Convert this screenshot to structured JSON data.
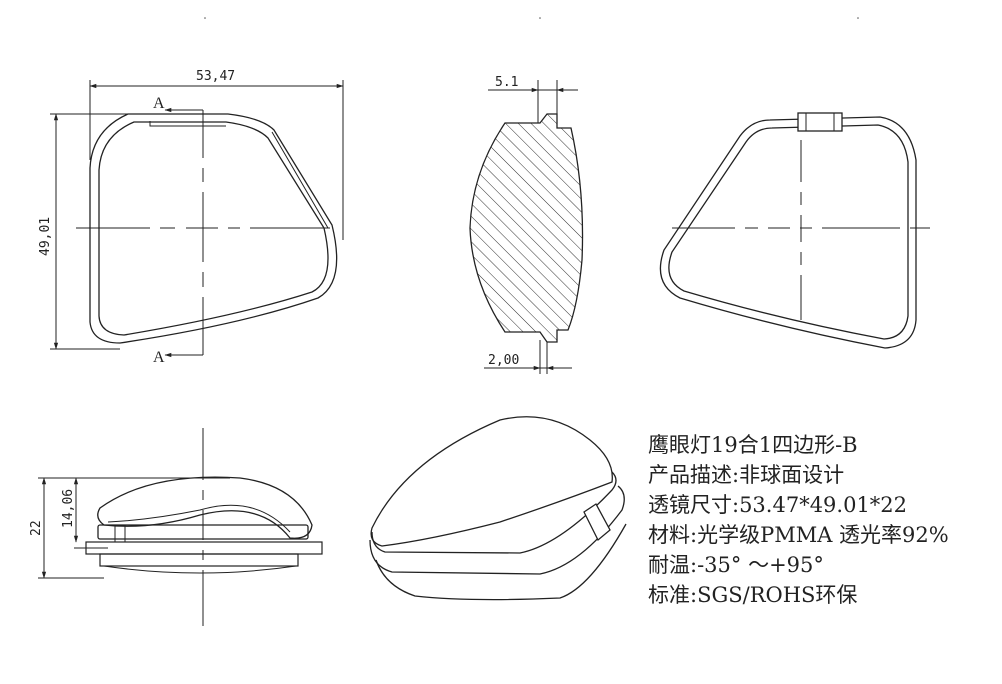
{
  "dimensions": {
    "front_width": "53,47",
    "front_height": "49,01",
    "side_thickness": "5.1",
    "side_flange": "2,00",
    "elev_height": "22",
    "elev_lens": "14,06"
  },
  "section_marks": {
    "top": "A",
    "bottom": "A"
  },
  "specs": {
    "title": "鹰眼灯19合1四边形-B",
    "description": "产品描述:非球面设计",
    "size": "透镜尺寸:53.47*49.01*22",
    "material": "材料:光学级PMMA 透光率92%",
    "temperature": "耐温:-35° ～+95°",
    "standard": "标准:SGS/ROHS环保"
  }
}
